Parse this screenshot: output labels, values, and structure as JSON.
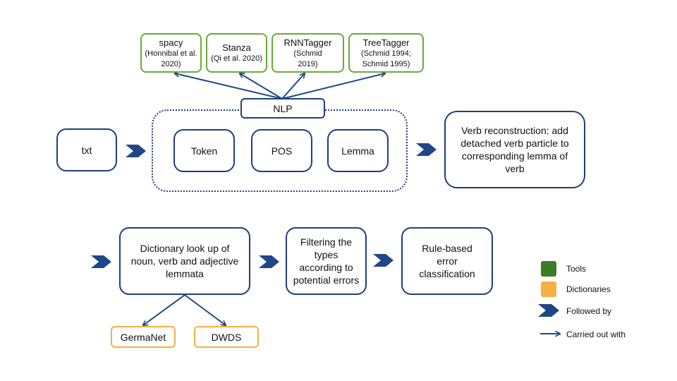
{
  "tools": [
    {
      "name": "spacy",
      "ref": "(Honnibal et al. 2020)"
    },
    {
      "name": "Stanza",
      "ref": "(Qi et al. 2020)"
    },
    {
      "name": "RNNTagger",
      "ref": "(Schmid 2019)"
    },
    {
      "name": "TreeTagger",
      "ref": "(Schmid 1994; Schmid 1995)"
    }
  ],
  "nlp": {
    "label": "NLP",
    "steps": [
      "Token",
      "POS",
      "Lemma"
    ]
  },
  "input": "txt",
  "verb_reconstruction": "Verb reconstruction: add detached verb particle to corresponding lemma of verb",
  "second_row": {
    "dictionary_lookup": "Dictionary look up of noun, verb and adjective lemmata",
    "filtering": "Filtering the types according to potential errors",
    "classification": "Rule-based error classification"
  },
  "dictionaries": [
    "GermaNet",
    "DWDS"
  ],
  "legend": {
    "tools": "Tools",
    "dictionaries": "Dictionaries",
    "followed_by": "Followed by",
    "carried_out_with": "Carried out with"
  },
  "colors": {
    "process_border": "#1f3f7a",
    "tools": "#3e7b27",
    "tools_border": "#6aaa3a",
    "dictionaries": "#f4b042",
    "arrow": "#1f4788"
  }
}
